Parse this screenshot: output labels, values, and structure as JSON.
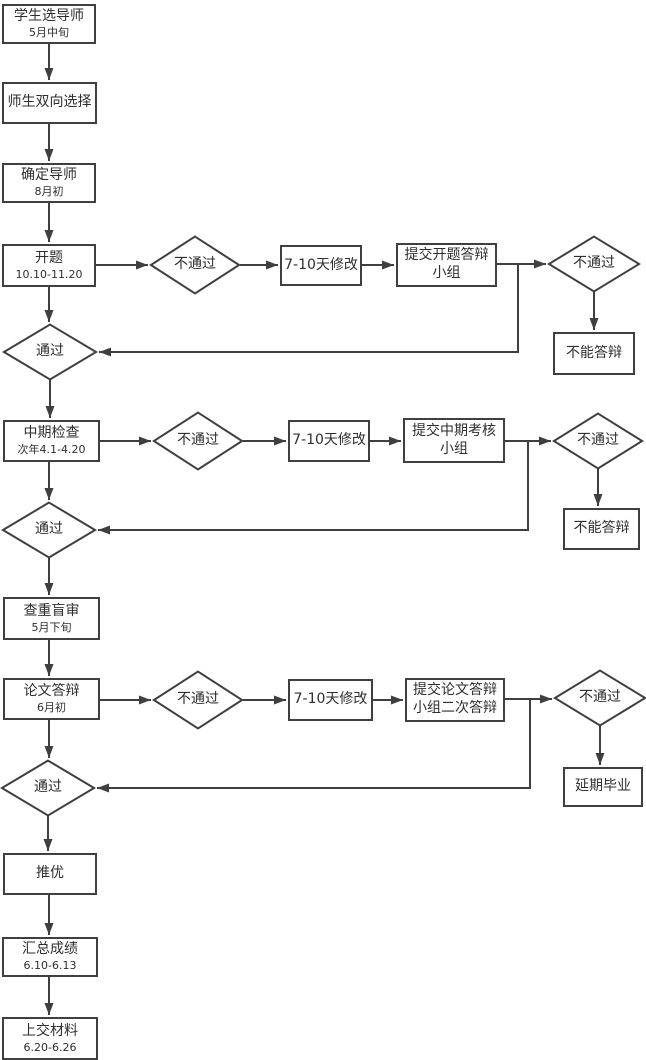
{
  "colors": {
    "stroke": "#3f3f3f",
    "fill": "#ffffff",
    "text": "#2e2e2e"
  },
  "nodes": {
    "student_select": {
      "label": "学生选导师",
      "sub": "5月中旬"
    },
    "mutual_select": {
      "label": "师生双向选择"
    },
    "confirm_supervisor": {
      "label": "确定导师",
      "sub": "8月初"
    },
    "proposal": {
      "label": "开题",
      "sub": "10.10-11.20"
    },
    "proposal_fail": {
      "label": "不通过"
    },
    "proposal_revise": {
      "label": "7-10天修改"
    },
    "proposal_committee": {
      "label": "提交开题答辩",
      "label2": "小组"
    },
    "proposal_fail2": {
      "label": "不通过"
    },
    "proposal_no_defense": {
      "label": "不能答辩"
    },
    "proposal_pass": {
      "label": "通过"
    },
    "midterm": {
      "label": "中期检查",
      "sub": "次年4.1-4.20"
    },
    "midterm_fail": {
      "label": "不通过"
    },
    "midterm_revise": {
      "label": "7-10天修改"
    },
    "midterm_committee": {
      "label": "提交中期考核",
      "label2": "小组"
    },
    "midterm_fail2": {
      "label": "不通过"
    },
    "midterm_no_defense": {
      "label": "不能答辩"
    },
    "midterm_pass": {
      "label": "通过"
    },
    "blind_review": {
      "label": "查重盲审",
      "sub": "5月下旬"
    },
    "thesis_defense": {
      "label": "论文答辩",
      "sub": "6月初"
    },
    "defense_fail": {
      "label": "不通过"
    },
    "defense_revise": {
      "label": "7-10天修改"
    },
    "defense_committee": {
      "label": "提交论文答辩",
      "label2": "小组二次答辩"
    },
    "defense_fail2": {
      "label": "不通过"
    },
    "delayed_graduation": {
      "label": "延期毕业"
    },
    "defense_pass": {
      "label": "通过"
    },
    "excellence": {
      "label": "推优"
    },
    "summarize_scores": {
      "label": "汇总成绩",
      "sub": "6.10-6.13"
    },
    "submit_materials": {
      "label": "上交材料",
      "sub": "6.20-6.26"
    }
  },
  "edges": [
    {
      "from": "student_select",
      "to": "mutual_select"
    },
    {
      "from": "mutual_select",
      "to": "confirm_supervisor"
    },
    {
      "from": "confirm_supervisor",
      "to": "proposal"
    },
    {
      "from": "proposal",
      "to": "proposal_fail"
    },
    {
      "from": "proposal_fail",
      "to": "proposal_revise"
    },
    {
      "from": "proposal_revise",
      "to": "proposal_committee"
    },
    {
      "from": "proposal_committee",
      "to": "proposal_fail2"
    },
    {
      "from": "proposal_fail2",
      "to": "proposal_no_defense"
    },
    {
      "from": "proposal",
      "to": "proposal_pass"
    },
    {
      "from": "proposal_committee",
      "to": "proposal_pass"
    },
    {
      "from": "proposal_pass",
      "to": "midterm"
    },
    {
      "from": "midterm",
      "to": "midterm_fail"
    },
    {
      "from": "midterm_fail",
      "to": "midterm_revise"
    },
    {
      "from": "midterm_revise",
      "to": "midterm_committee"
    },
    {
      "from": "midterm_committee",
      "to": "midterm_fail2"
    },
    {
      "from": "midterm_fail2",
      "to": "midterm_no_defense"
    },
    {
      "from": "midterm",
      "to": "midterm_pass"
    },
    {
      "from": "midterm_committee",
      "to": "midterm_pass"
    },
    {
      "from": "midterm_pass",
      "to": "blind_review"
    },
    {
      "from": "blind_review",
      "to": "thesis_defense"
    },
    {
      "from": "thesis_defense",
      "to": "defense_fail"
    },
    {
      "from": "defense_fail",
      "to": "defense_revise"
    },
    {
      "from": "defense_revise",
      "to": "defense_committee"
    },
    {
      "from": "defense_committee",
      "to": "defense_fail2"
    },
    {
      "from": "defense_fail2",
      "to": "delayed_graduation"
    },
    {
      "from": "thesis_defense",
      "to": "defense_pass"
    },
    {
      "from": "defense_committee",
      "to": "defense_pass"
    },
    {
      "from": "defense_pass",
      "to": "excellence"
    },
    {
      "from": "excellence",
      "to": "summarize_scores"
    },
    {
      "from": "summarize_scores",
      "to": "submit_materials"
    }
  ]
}
